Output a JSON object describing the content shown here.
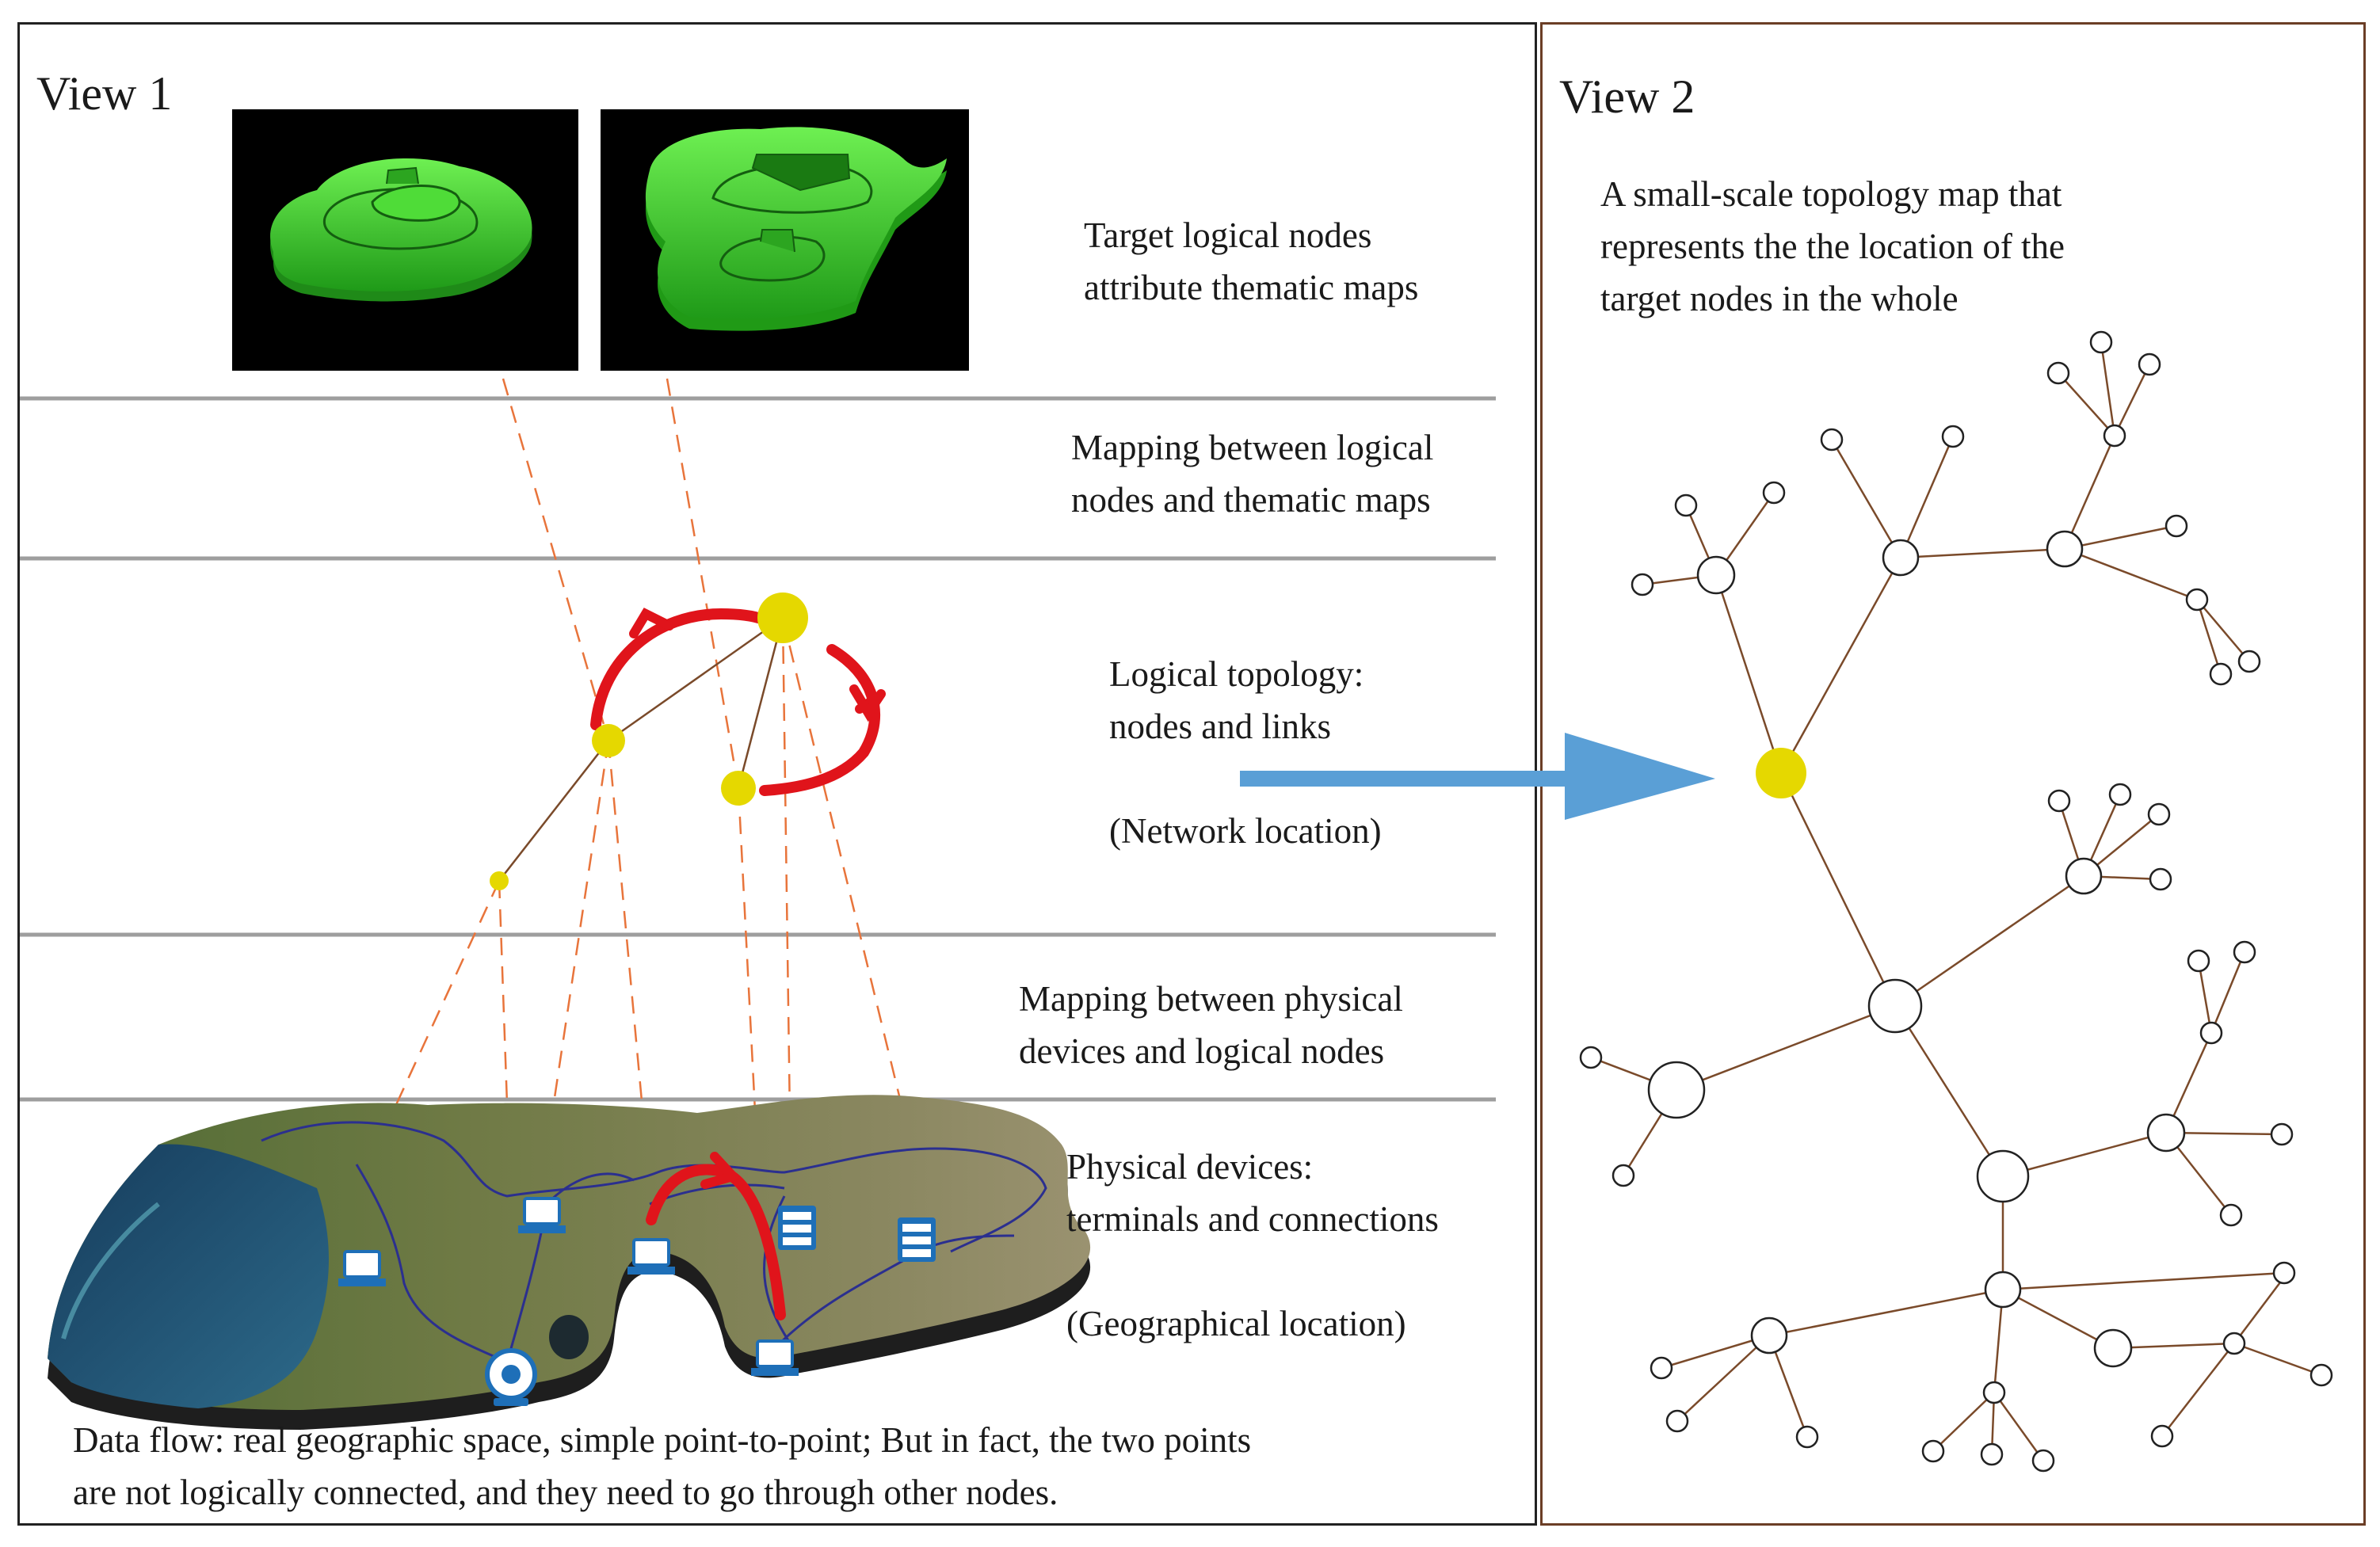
{
  "view1": {
    "title": "View 1",
    "layers": {
      "thematic_line1": "Target logical nodes",
      "thematic_line2": "attribute thematic maps",
      "mapping1_line1": "Mapping between logical",
      "mapping1_line2": "nodes and thematic maps",
      "logical_line1": "Logical topology:",
      "logical_line2": "nodes and links",
      "logical_line3": "(Network location)",
      "mapping2_line1": "Mapping between physical",
      "mapping2_line2": "devices and logical nodes",
      "physical_line1": "Physical devices:",
      "physical_line2": "terminals and connections",
      "physical_line3": "(Geographical location)"
    },
    "note_line1": "Data flow: real geographic space, simple point-to-point; But in fact, the two points",
    "note_line2": "are not logically connected, and they need to go through other nodes."
  },
  "view2": {
    "title": "View 2",
    "description_line1": "A small-scale topology map that",
    "description_line2": "represents the the location of the",
    "description_line3": "target nodes in the whole"
  },
  "colors": {
    "separator": "#9e9e9e",
    "highlight_node": "#e5d800",
    "link": "#7a4a2a",
    "dashed_mapping": "#e8743b",
    "flow_arrow": "#e0141b",
    "view_arrow": "#5a9fd6",
    "thematic_green": "#3ccf2c",
    "device_icon": "#1e6fb8"
  },
  "icons": [
    "laptop-icon",
    "server-icon",
    "webcam-icon"
  ]
}
